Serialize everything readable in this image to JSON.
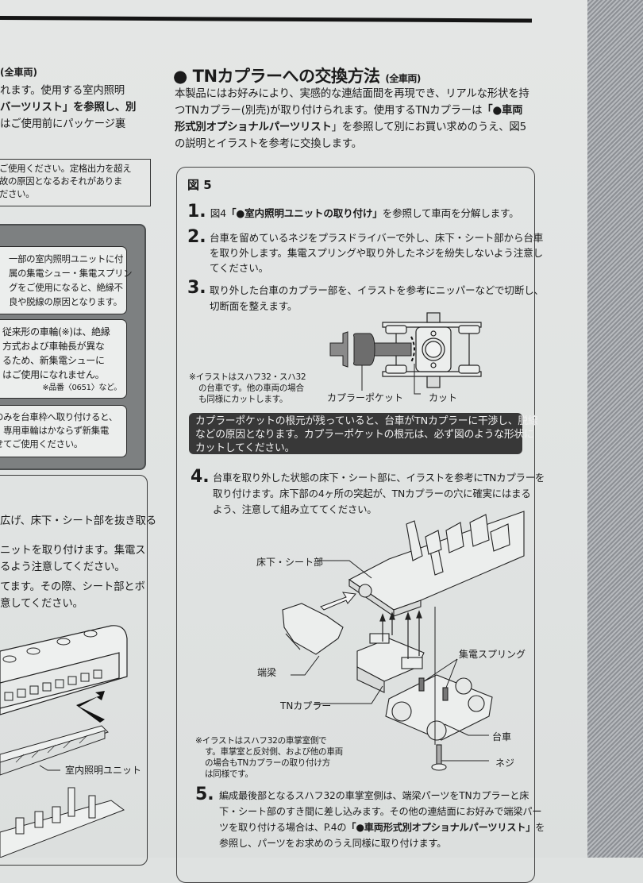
{
  "page": {
    "left_column": {
      "heading_fragment": "(全車両)",
      "intro_lines": [
        "れます。使用する室内照明",
        "バーツリスト」を参照し、別",
        "はご使用前にパッケージ裏"
      ],
      "intro_bold_fragment": "バーツリスト」",
      "warning_box_lines": [
        "ご使用ください。定格出力を超え",
        "故の原因となるおそれがありま",
        "ださい。"
      ],
      "caution_cards": [
        {
          "lines": [
            "一部の室内照明ユニットに付",
            "属の集電シュー・集電スプリン",
            "グをご使用になると、絶縁不",
            "良や脱線の原因となります。"
          ]
        },
        {
          "lines": [
            "従来形の車輪(※)は、絶縁",
            "方式および車軸長が異な",
            "るため、新集電シューに",
            "はご使用になれません。"
          ],
          "footnote": "※品番〈0651〉など。"
        },
        {
          "lines": [
            "のみを台車枠へ取り付けると、",
            "。専用車輪はかならず新集電",
            "せてご使用ください。"
          ]
        }
      ],
      "lower_steps": [
        "広げ、床下・シート部を抜き取る",
        "ニットを取り付けます。集電ス",
        "るよう注意してください。",
        "てます。その際、シート部とボ",
        "意してください。"
      ],
      "illustration_label": "室内照明ユニット"
    },
    "section": {
      "bullet": "●",
      "title": "TNカプラーへの交換方法",
      "title_sub": "(全車両)",
      "intro_lines": [
        "本製品にはお好みにより、実感的な連結面間を再現でき、リアルな形状を持",
        "つTNカプラー(別売)が取り付けられます。使用するTNカプラーは",
        "形式別オプショナルパーツリスト",
        "の説明とイラストを参考に交換します。"
      ],
      "intro_bold_a": "「●車両",
      "intro_tail": "」を参照して別にお買い求めのうえ、図5"
    },
    "figure": {
      "label": "図 5",
      "steps": [
        {
          "num": "1.",
          "pre": "図4",
          "bold": "「●室内照明ユニットの取り付け」",
          "post": "を参照して車両を分解します。"
        },
        {
          "num": "2.",
          "lines": [
            "台車を留めているネジをプラスドライバーで外し、床下・シート部から台車",
            "を取り外します。集電スプリングや取り外したネジを紛失しないよう注意し",
            "てください。"
          ]
        },
        {
          "num": "3.",
          "lines": [
            "取り外した台車のカプラー部を、イラストを参考にニッパーなどで切断し、",
            "切断面を整えます。"
          ]
        },
        {
          "num": "4.",
          "lines": [
            "台車を取り外した状態の床下・シート部に、イラストを参考にTNカプラーを",
            "取り付けます。床下部の4ヶ所の突起が、TNカプラーの穴に確実にはまる",
            "よう、注意して組み立ててください。"
          ]
        },
        {
          "num": "5.",
          "lines": [
            "編成最後部となるスハフ32の車掌室側は、端梁パーツをTNカプラーと床",
            "下・シート部のすき間に差し込みます。その他の連結面にお好みで端梁パー",
            "ツを取り付ける場合は、P.4の",
            "参照し、パーツをお求めのうえ同様に取り付けます。"
          ],
          "bold": "「●車両形式別オプショナルパーツリスト」",
          "post_bold": "を"
        }
      ],
      "step3_note": [
        "※イラストはスハフ32・スハ32",
        "の台車です。他の車両の場合",
        "も同様にカットします。"
      ],
      "step3_labels": {
        "coupler_pocket": "カプラーポケット",
        "cut": "カット"
      },
      "warning_lines": [
        "カプラーポケットの根元が残っていると、台車がTNカプラーに干渉し、脱線",
        "などの原因となります。カプラーポケットの根元は、必ず図のような形状に",
        "カットしてください。"
      ],
      "step4_labels": {
        "floor_seat": "床下・シート部",
        "end_beam": "端梁",
        "tn_coupler": "TNカプラー",
        "spring": "集電スプリング",
        "bogie": "台車",
        "screw": "ネジ"
      },
      "step4_note": [
        "※イラストはスハフ32の車掌室側で",
        "す。車掌室と反対側、および他の車両",
        "の場合もTNカプラーの取り付け方",
        "は同様です。"
      ]
    }
  },
  "colors": {
    "paper": "#e2e5e4",
    "ink": "#1b1b1b",
    "dark_note_bg": "#383838",
    "caution_panel": "#7d8081"
  }
}
